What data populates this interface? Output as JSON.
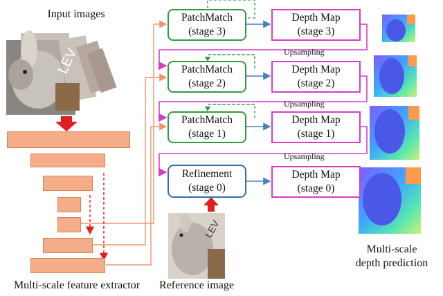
{
  "labels": {
    "input_images": "Input images",
    "feature_extractor": "Multi-scale feature extractor",
    "reference_image": "Reference image",
    "multiscale_line1": "Multi-scale",
    "multiscale_line2": "depth prediction"
  },
  "nodes": {
    "pm3": {
      "line1": "PatchMatch",
      "line2": "(stage 3)"
    },
    "pm2": {
      "line1": "PatchMatch",
      "line2": "(stage 2)"
    },
    "pm1": {
      "line1": "PatchMatch",
      "line2": "(stage 1)"
    },
    "ref": {
      "line1": "Refinement",
      "line2": "(stage 0)"
    },
    "dm3": {
      "line1": "Depth Map",
      "line2": "(stage 3)"
    },
    "dm2": {
      "line1": "Depth Map",
      "line2": "(stage 2)"
    },
    "dm1": {
      "line1": "Depth Map",
      "line2": "(stage 1)"
    },
    "dm0": {
      "line1": "Depth Map",
      "line2": "(stage 0)"
    }
  },
  "upsampling": [
    "Upsampling",
    "Upsampling",
    "Upsampling"
  ],
  "colors": {
    "patchmatch_border": "#2e9a3f",
    "depthmap_border": "#d63cc8",
    "refinement_border": "#3a6aa8",
    "feature_block": "#f5ac88",
    "feature_arrow": "#f0956a",
    "flow_arrow": "#4a7fc0",
    "red_arrow": "#e02020"
  }
}
